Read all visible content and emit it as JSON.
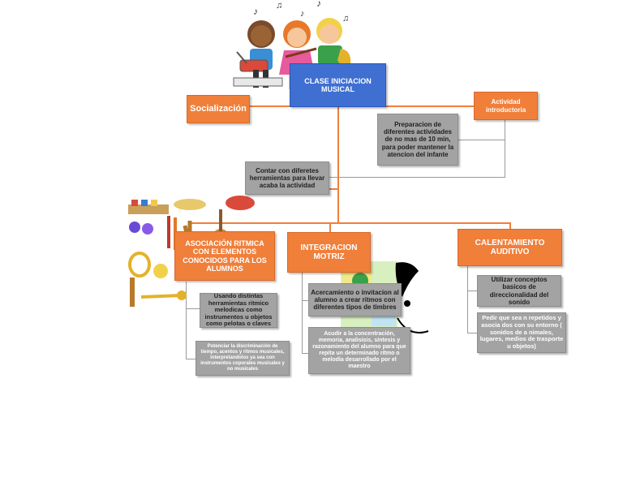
{
  "title": "CLASE INICIACION MUSICAL",
  "socializacion": "Socialización",
  "actividad_introductoria": "Actividad introductoria",
  "preparacion": "Preparacion de diferentes actividades de no mas de 10 min, para poder mantener la atencion del infante",
  "herramientas": "Contar con diferetes herramientas para llevar acaba la actividad",
  "branches": [
    {
      "label": "ASOCIACIÓN RITMICA CON ELEMENTOS CONOCIDOS PARA LOS ALUMNOS",
      "details": [
        "Usando distintas herramientas ritmico melodicas como instrumentos u objetos como pelotas o claves",
        "Potenciar la discriminación de tiempo, acentos y ritmos musicales, interpretandolos ya sea con instrumentos coporales musicales y no musicales"
      ]
    },
    {
      "label": "INTEGRACION MOTRIZ",
      "details": [
        "Acercamiento o invitacion al alumno a crear ritmos con diferentes tipos de timbres",
        "Acudir a la concentración, memoria, analisisis, síntesis y razonamiento del alumno para que repita un determinado ritmo o melodía desarrollado por el maestro"
      ]
    },
    {
      "label": "CALENTAMIENTO AUDITIVO",
      "details": [
        "Utilizar conceptos basicos de direccionalidad del sonido",
        "Pedir que sea n repetidos y asocia dos con su entorno ( sonidos de a nimales, lugares, medios de trasporte u objetos)"
      ]
    }
  ],
  "colors": {
    "node_orange": "#f07f3a",
    "node_blue": "#3f6fd1",
    "detail_gray": "#a3a3a3"
  },
  "illustrations": [
    "children-playing-instruments-image",
    "musical-instruments-image",
    "motion-collage-image"
  ]
}
